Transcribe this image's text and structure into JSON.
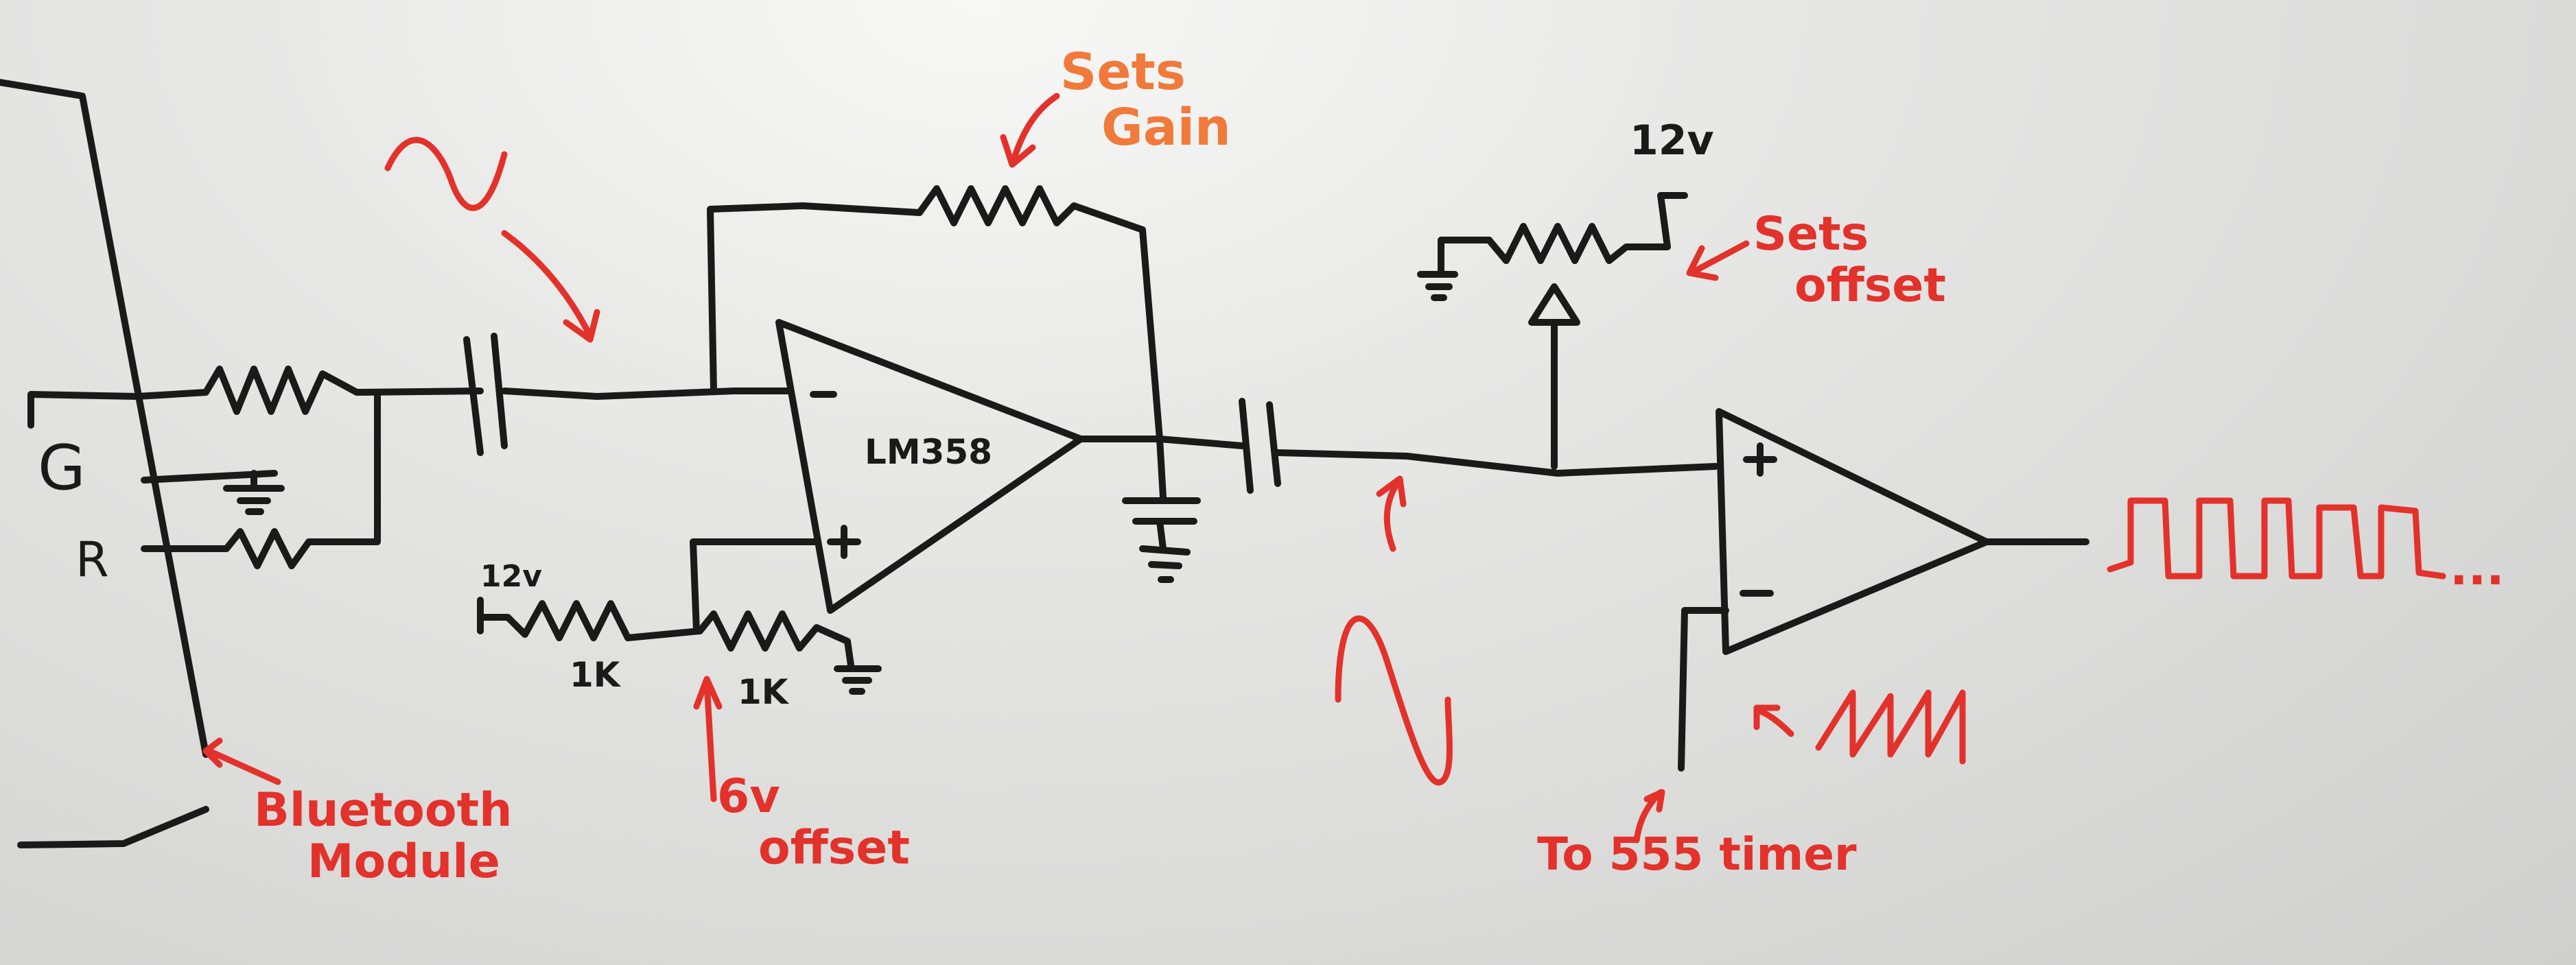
{
  "labels": {
    "sets_gain": "Sets\nGain",
    "v12_top": "12v",
    "sets_offset": "Sets\noffset",
    "opamp": "LM358",
    "v12_left": "12v",
    "r1": "1K",
    "r2": "1K",
    "offset_6v": "6v\noffset",
    "bluetooth": "Bluetooth\nModule",
    "timer": "To 555 timer",
    "jack_g": "G",
    "jack_r": "R",
    "ellipsis": "...",
    "plus1": "+",
    "minus1": "-",
    "plus2": "+",
    "minus2": "-"
  },
  "colors": {
    "ink_black": "#1a1a1a",
    "ink_red": "#e2322b",
    "ink_orange": "#f07a3a",
    "board": "#e4e4e3"
  }
}
